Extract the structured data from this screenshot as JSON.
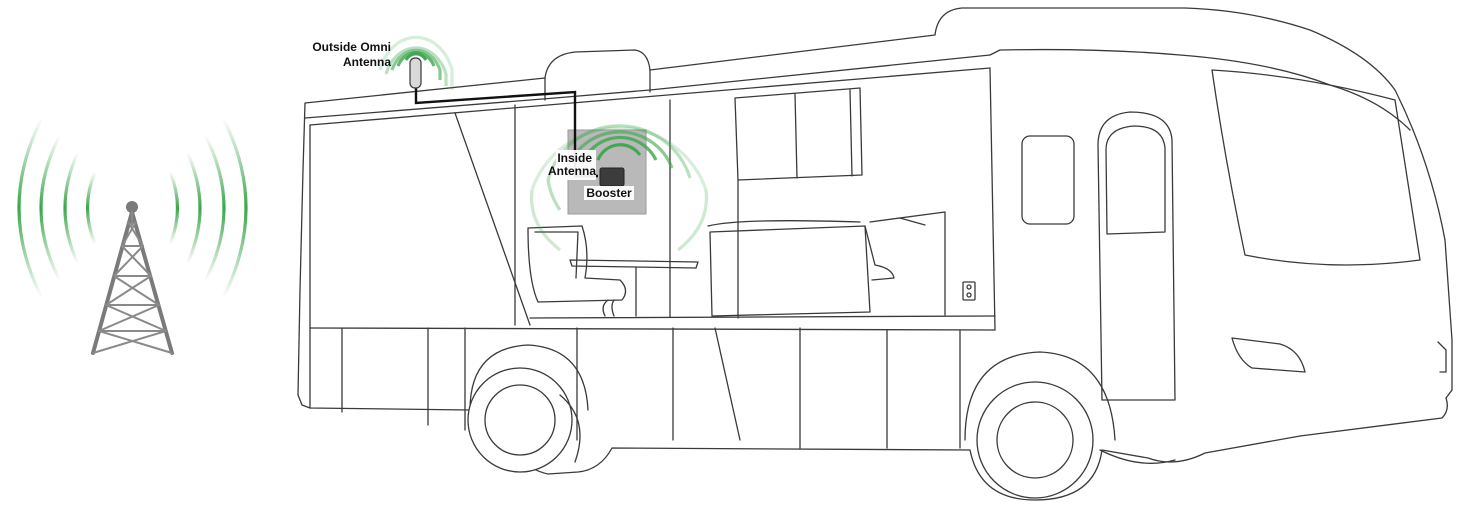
{
  "labels": {
    "outside_antenna_line1": "Outside Omni",
    "outside_antenna_line2": "Antenna",
    "inside_antenna_line1": "Inside",
    "inside_antenna_line2": "Antenna",
    "booster": "Booster"
  },
  "colors": {
    "signal_green": "#3aa64a",
    "tower_gray": "#7a7a7a",
    "outline": "#3a3a3a",
    "cable": "#111111",
    "panel_gray": "#b9b9b9"
  },
  "icons": {
    "cell_tower": "cell-tower-icon",
    "outside_antenna": "omni-antenna-icon",
    "booster_unit": "booster-box-icon"
  }
}
